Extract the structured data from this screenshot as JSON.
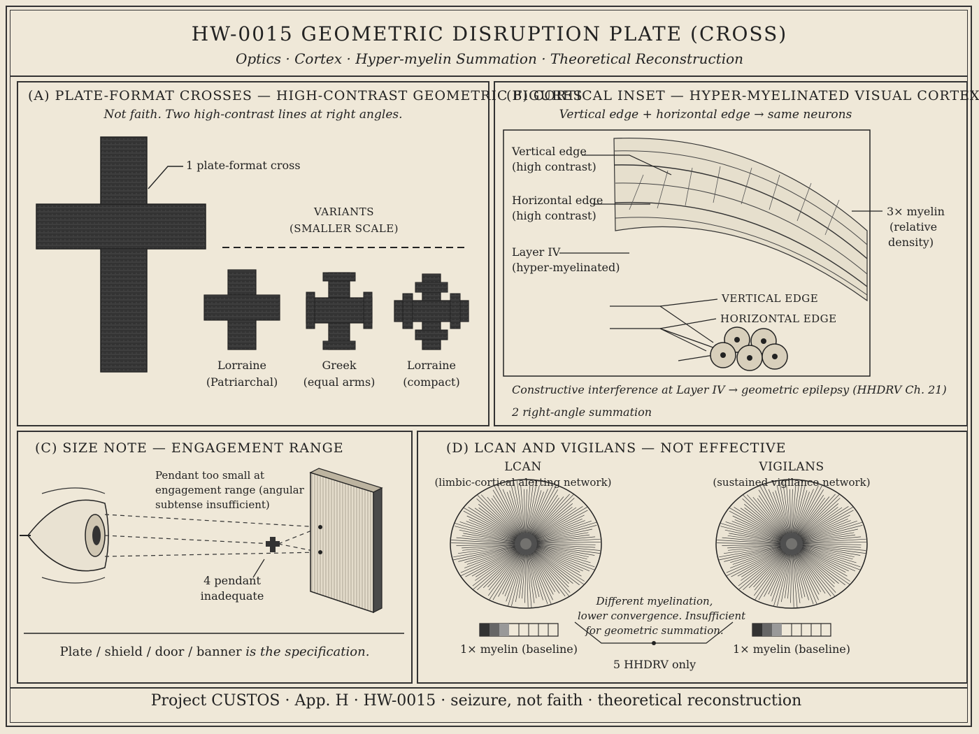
{
  "header": {
    "title": "HW-0015 GEOMETRIC DISRUPTION PLATE (CROSS)",
    "subtitle": "Optics · Cortex · Hyper-myelin Summation · Theoretical Reconstruction"
  },
  "panel_a": {
    "title": "(A) PLATE-FORMAT CROSSES — HIGH-CONTRAST GEOMETRIC FIGURES",
    "subtitle": "Not faith. Two high-contrast lines at right angles.",
    "callout": "1 plate-format cross",
    "variants_title": "VARIANTS",
    "variants_sub": "(SMALLER SCALE)",
    "variants": [
      {
        "name": "Lorraine",
        "note": "(Patriarchal)"
      },
      {
        "name": "Greek",
        "note": "(equal arms)"
      },
      {
        "name": "Lorraine",
        "note": "(compact)"
      }
    ]
  },
  "panel_b": {
    "title": "(B) CORTICAL INSET — HYPER-MYELINATED VISUAL CORTEX",
    "subtitle": "Vertical edge + horizontal edge → same neurons",
    "labels": [
      {
        "l1": "Vertical edge",
        "l2": "(high contrast)"
      },
      {
        "l1": "Horizontal edge",
        "l2": "(high contrast)"
      },
      {
        "l1": "Layer IV",
        "l2": "(hyper-myelinated)"
      }
    ],
    "myelin_l1": "3× myelin",
    "myelin_l2": "(relative",
    "myelin_l3": "density)",
    "edge_vertical": "VERTICAL EDGE",
    "edge_horizontal": "HORIZONTAL EDGE",
    "caption": "Constructive interference at Layer IV → geometric epilepsy (HHDRV Ch. 21)",
    "note": "2 right-angle summation"
  },
  "panel_c": {
    "title": "(C) SIZE NOTE — ENGAGEMENT RANGE",
    "note_lines": [
      "Pendant too small at",
      "engagement range (angular",
      "subtense insufficient)"
    ],
    "pendant_l1": "4 pendant",
    "pendant_l2": "inadequate",
    "footer_plain": "Plate / shield / door / banner ",
    "footer_italic": "is the specification."
  },
  "panel_d": {
    "title": "(D) LCAN AND VIGILANS — NOT EFFECTIVE",
    "lcan_name": "LCAN",
    "lcan_desc": "(limbic-cortical alerting network)",
    "vig_name": "VIGILANS",
    "vig_desc": "(sustained vigilance network)",
    "lcan_myelin": "1× myelin (baseline)",
    "vig_myelin": "1× myelin (baseline)",
    "middle_lines": [
      "Different myelination,",
      "lower convergence. Insufficient",
      "for geometric summation."
    ],
    "footer": "5 HHDRV only"
  },
  "footer": {
    "text": "Project CUSTOS · App. H · HW-0015 · seizure, not faith · theoretical reconstruction"
  },
  "colors": {
    "background": "#efe8d8",
    "ink": "#222222",
    "cross_fill": "#2e2e2e"
  }
}
